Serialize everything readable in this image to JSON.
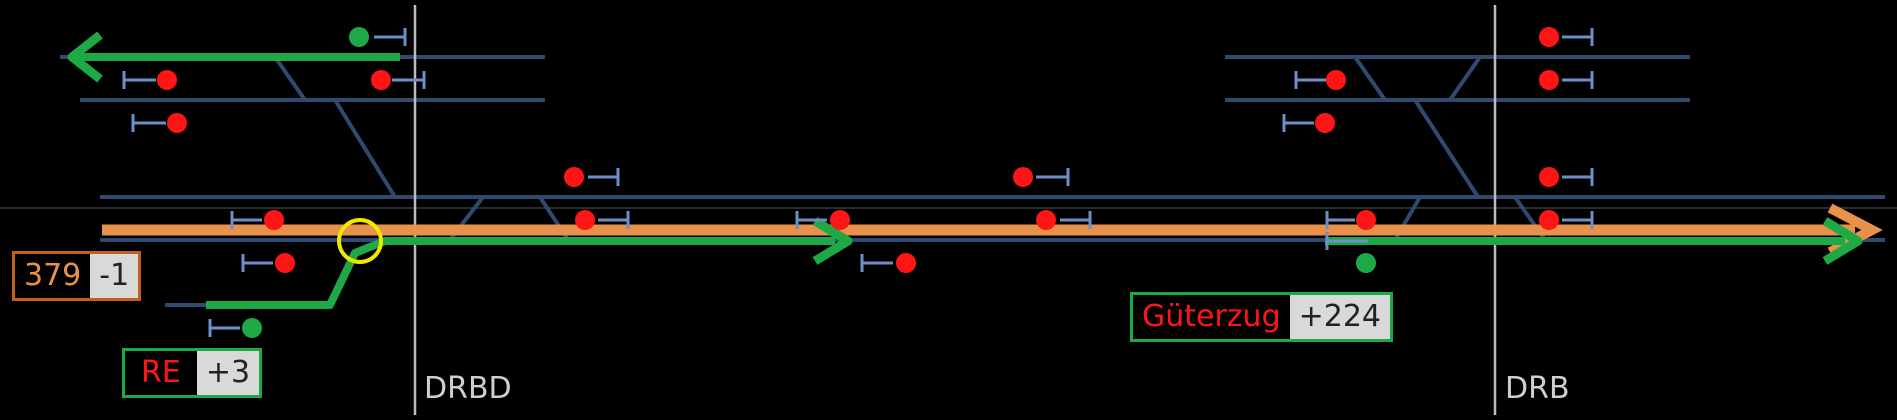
{
  "colors": {
    "background": "#000000",
    "track": "#2f4a6e",
    "route_green": "#1ea846",
    "route_orange": "#e8914a",
    "signal_stop": "#ff1515",
    "signal_go": "#1ea846",
    "signal_mast": "#6d8fc7",
    "station_line": "#bdbdbd",
    "marker_yellow": "#f0e800"
  },
  "trains": [
    {
      "name": "379",
      "delay": "-1",
      "name_color": "#e8914a",
      "border_color": "#c0601c"
    },
    {
      "name": "RE",
      "delay": "+3",
      "name_color": "#ff1515",
      "border_color": "#1ea846"
    },
    {
      "name": "Güterzug",
      "delay": "+224",
      "name_color": "#ff1515",
      "border_color": "#1ea846"
    }
  ],
  "stations": [
    {
      "label": "DRBD"
    },
    {
      "label": "DRB"
    }
  ]
}
